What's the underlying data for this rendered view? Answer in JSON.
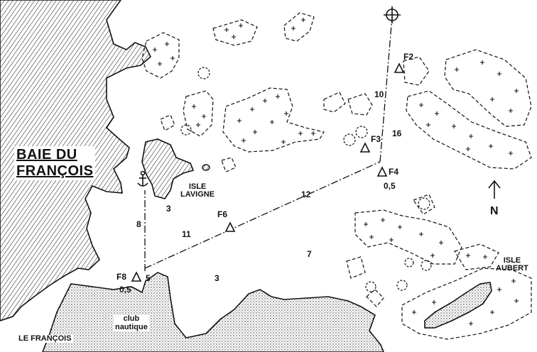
{
  "places": {
    "baie": [
      "BAIE DU",
      "FRANÇOIS"
    ],
    "isle_lavigne": [
      "ISLE",
      "LAVIGNE"
    ],
    "isle_aubert": [
      "ISLE",
      "AUBERT"
    ],
    "le_francois": "LE FRANÇOIS",
    "club": [
      "club",
      "nautique"
    ]
  },
  "marks": {
    "f2": "F2",
    "f3": "F3",
    "f4": "F4",
    "f4_sub": "0,5",
    "f6": "F6",
    "f8": "F8",
    "f8_sub": "0,5"
  },
  "depths": {
    "d10": "10",
    "d16": "16",
    "d12": "12",
    "d11": "11",
    "d8": "8",
    "d7": "7",
    "d3a": "3",
    "d3b": "3",
    "d5": "5"
  },
  "north": "N",
  "colors": {
    "ink": "#111111",
    "paper": "#ffffff"
  }
}
